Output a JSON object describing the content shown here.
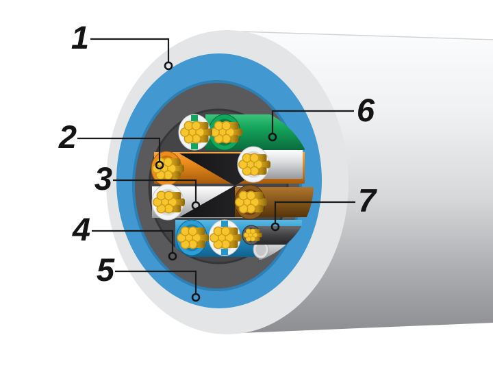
{
  "diagram": {
    "labels": [
      {
        "text": "1"
      },
      {
        "text": "2"
      },
      {
        "text": "3"
      },
      {
        "text": "4"
      },
      {
        "text": "5"
      },
      {
        "text": "6"
      },
      {
        "text": "7"
      }
    ],
    "palette": {
      "background": "#ffffff",
      "outer_sheath": "#e4e5e6",
      "blue_sheath": "#4299d2",
      "blue_sheath_rim": "#2d7fb4",
      "shield_ring": "#5a5a5c",
      "core_background": "#454548",
      "cross_spline": "#1e1e20",
      "copper_strands": "#f6c62e",
      "leader_line": "#1a1a1a",
      "cable_body_light": "#fbfcfd",
      "cable_body_dark": "#8d8e91"
    },
    "wires": [
      {
        "name": "white-green",
        "hex": "#f2f3f4",
        "stripe_hex": "#12a75e"
      },
      {
        "name": "green",
        "hex": "#12a75e"
      },
      {
        "name": "orange",
        "hex": "#ef8c1d"
      },
      {
        "name": "white-orange",
        "hex": "#f2f3f4",
        "stripe_hex": "#ef8c1d"
      },
      {
        "name": "white-orange",
        "hex": "#f2f3f4",
        "stripe_hex": "#ef8c1d"
      },
      {
        "name": "brown",
        "hex": "#8a5a1e"
      },
      {
        "name": "blue",
        "hex": "#2b9ed6"
      },
      {
        "name": "white-blue",
        "hex": "#f2f3f4",
        "stripe_hex": "#2b9ed6"
      },
      {
        "name": "drain",
        "hex": "#606062"
      }
    ]
  }
}
